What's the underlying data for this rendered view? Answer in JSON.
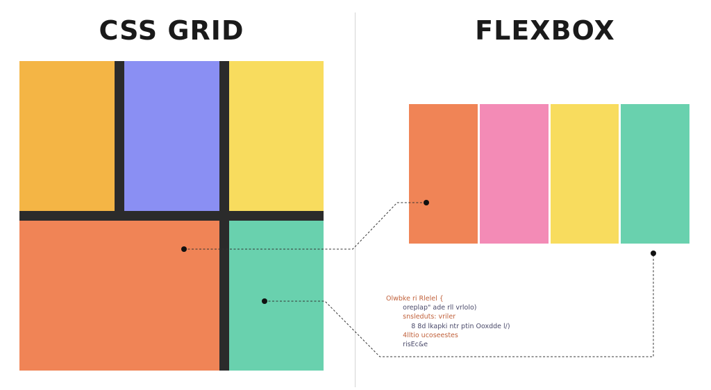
{
  "titles": {
    "grid": "CSS GRID",
    "flex": "FLEXBOX"
  },
  "grid_cells": [
    {
      "name": "grid-cell-top-left",
      "color": "#f4b545"
    },
    {
      "name": "grid-cell-top-middle",
      "color": "#8a8ff3"
    },
    {
      "name": "grid-cell-top-right",
      "color": "#f8dc5e"
    },
    {
      "name": "grid-cell-bottom-left",
      "color": "#f08456"
    },
    {
      "name": "grid-cell-bottom-right",
      "color": "#69d1ae"
    }
  ],
  "grid_gap_color": "#2b2b2b",
  "flex_items": [
    {
      "name": "flex-item-1",
      "color": "#f08456"
    },
    {
      "name": "flex-item-2",
      "color": "#f38bb6"
    },
    {
      "name": "flex-item-3",
      "color": "#f8dc5e"
    },
    {
      "name": "flex-item-4",
      "color": "#69d1ae"
    }
  ],
  "code_lines": [
    {
      "text": "Olwbke ri Rlelel {",
      "color": "#c0603a"
    },
    {
      "text": "        oreplap\" ade rll vrlolo)",
      "color": "#4a4a6a"
    },
    {
      "text": "        snsleduts: vriler",
      "color": "#c0603a"
    },
    {
      "text": "            8 8d lkapki ntr ptin Ooxdde l/)",
      "color": "#4a4a6a"
    },
    {
      "text": "        4lltio ucoseestes",
      "color": "#c0603a"
    },
    {
      "text": "        risEc&e",
      "color": "#4a4a6a"
    }
  ],
  "connector_color": "#333333"
}
